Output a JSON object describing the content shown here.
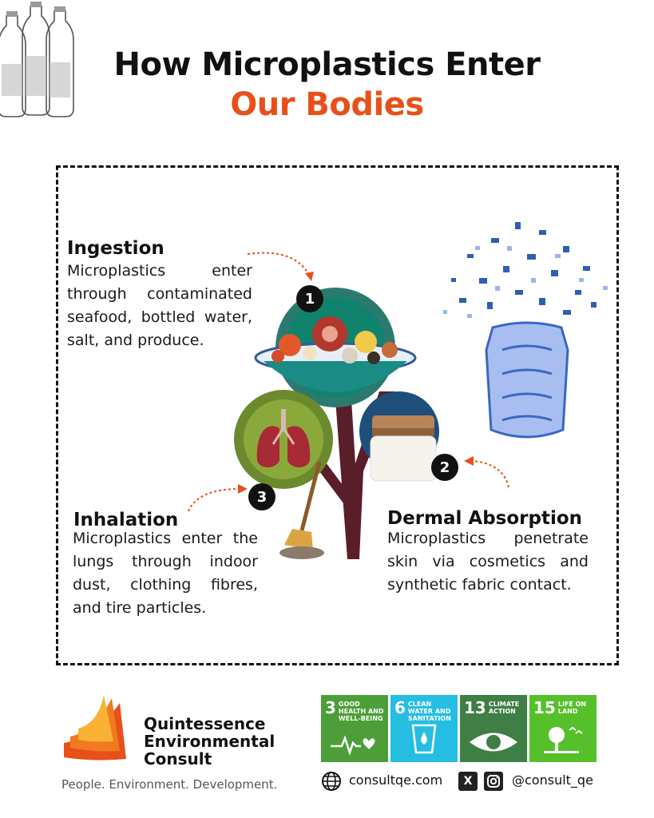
{
  "title": {
    "line1": "How Microplastics Enter",
    "line2": "Our Bodies"
  },
  "colors": {
    "accent": "#e8501a",
    "dark": "#111111"
  },
  "sections": {
    "ingestion": {
      "number": "1",
      "heading": "Ingestion",
      "text": "Microplastics enter through contaminated seafood, bottled water, salt, and produce."
    },
    "dermal": {
      "number": "2",
      "heading": "Dermal Absorption",
      "text": "Microplastics penetrate skin via cosmetics and synthetic fabric contact."
    },
    "inhalation": {
      "number": "3",
      "heading": "Inhalation",
      "text": "Microplastics enter the lungs through indoor dust, clothing fibres, and tire particles."
    }
  },
  "brand": {
    "name_line1": "Quintessence",
    "name_line2": "Environmental",
    "name_line3": "Consult",
    "tagline": "People. Environment. Development."
  },
  "sdgs": [
    {
      "number": "3",
      "label": "Good Health and Well-Being",
      "color": "#4c9f38",
      "icon": "heartbeat-icon"
    },
    {
      "number": "6",
      "label": "Clean Water and Sanitation",
      "color": "#26bde2",
      "icon": "water-drop-icon"
    },
    {
      "number": "13",
      "label": "Climate Action",
      "color": "#3f7e44",
      "icon": "eye-globe-icon"
    },
    {
      "number": "15",
      "label": "Life on Land",
      "color": "#56c02b",
      "icon": "tree-icon"
    }
  ],
  "contact": {
    "website": "consultqe.com",
    "handle": "@consult_qe",
    "x_glyph": "X"
  }
}
